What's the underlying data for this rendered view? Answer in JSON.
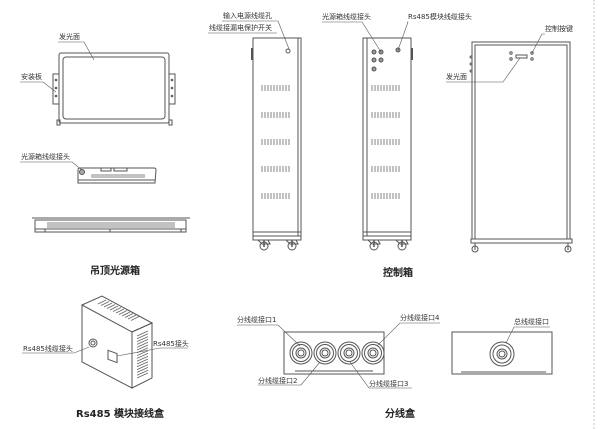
{
  "sections": {
    "ceiling_light_box": {
      "title": "吊顶光源箱",
      "labels": {
        "light_surface": "发光面",
        "mounting_plate": "安装板",
        "light_box_cable_connector": "光源箱线缆接头"
      }
    },
    "control_box": {
      "title": "控制箱",
      "labels": {
        "power_input_hole": "输入电源线缆孔",
        "cable_leakage_switch": "线缆接漏电保护开关",
        "light_box_cable_connector": "光源箱线缆接头",
        "rs485_module_cable_connector": "Rs485模块线缆接头",
        "control_button": "控制按键",
        "light_surface": "发光面"
      }
    },
    "rs485_junction_box": {
      "title": "Rs485 模块接线盒",
      "labels": {
        "rs485_cable_connector": "Rs485线缆接头",
        "rs485_connector": "Rs485接头"
      }
    },
    "splitter_box": {
      "title": "分线盒",
      "labels": {
        "port1": "分线缆接口1",
        "port2": "分线缆接口2",
        "port3": "分线缆接口3",
        "port4": "分线缆接口4",
        "main_port": "总线缆接口"
      }
    }
  }
}
